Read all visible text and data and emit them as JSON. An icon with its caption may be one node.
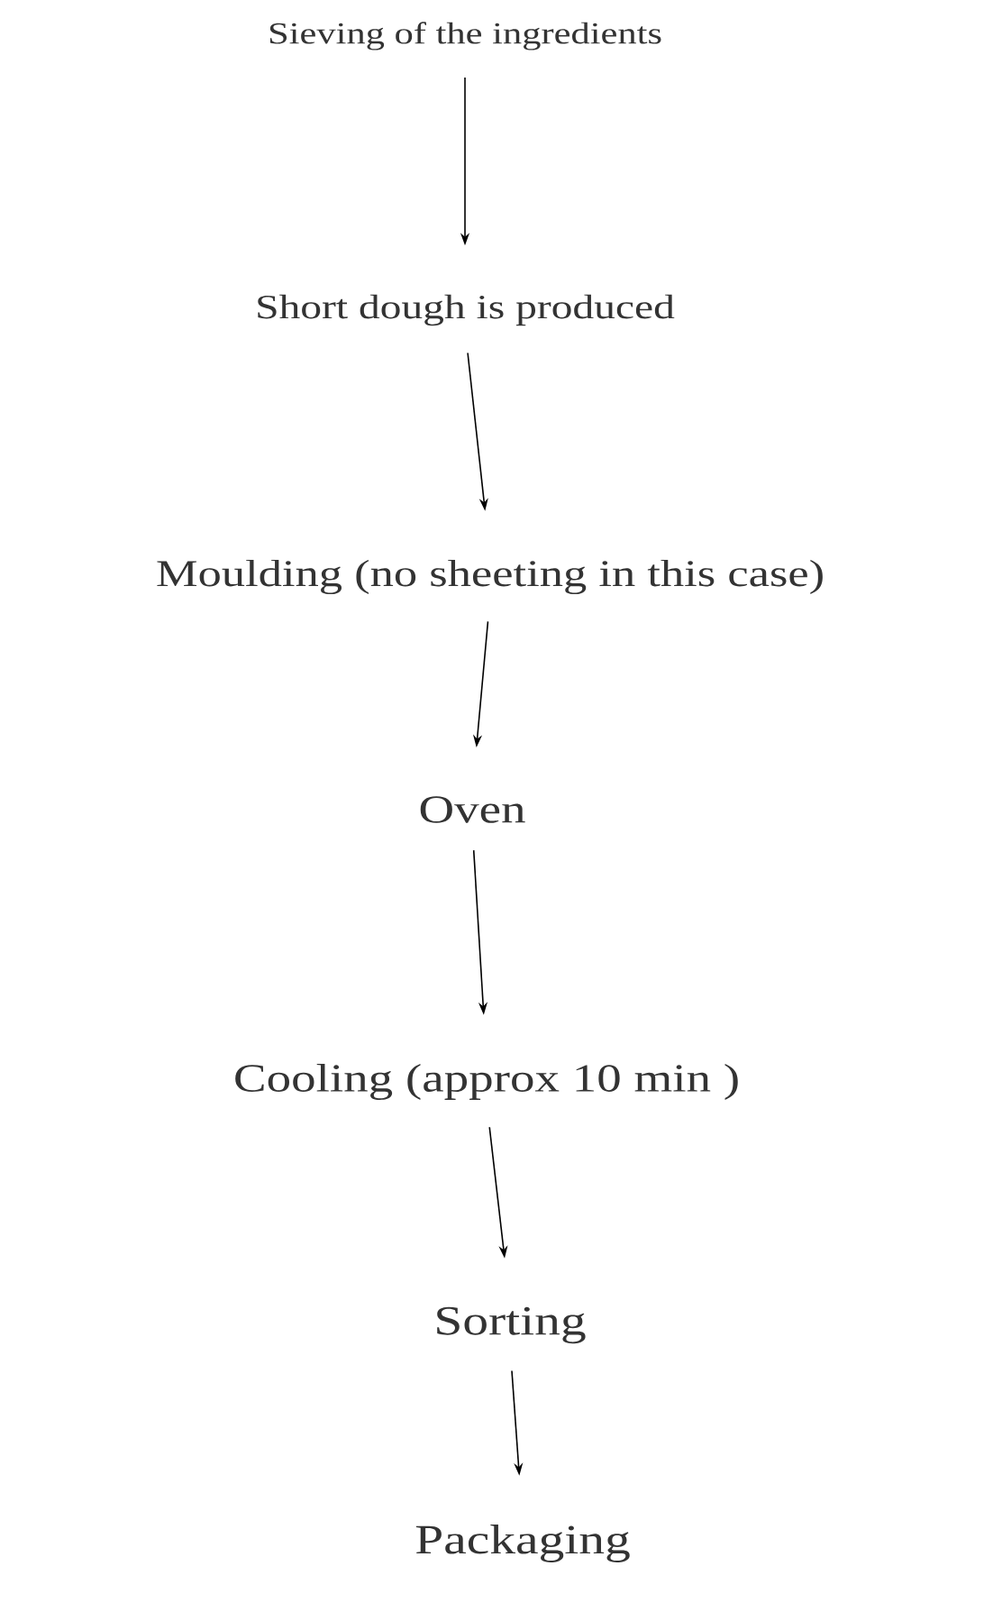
{
  "diagram": {
    "nodes": [
      {
        "text": [
          "Sieving of the ingredients"
        ]
      },
      {
        "text": [
          "Short dough is produced"
        ]
      },
      {
        "text": [
          "Moulding (no sheeting in this case)"
        ]
      },
      {
        "text": [
          "Oven"
        ]
      },
      {
        "text": [
          "Cooling (approx 10 min )"
        ]
      },
      {
        "text": [
          "Sorting"
        ]
      },
      {
        "text": [
          "Packaging"
        ]
      }
    ],
    "edges": [
      {
        "from": 0,
        "to": 1,
        "arrow": "to"
      },
      {
        "from": 1,
        "to": 2,
        "arrow": "to"
      },
      {
        "from": 2,
        "to": 3,
        "arrow": "to"
      },
      {
        "from": 3,
        "to": 4,
        "arrow": "to"
      },
      {
        "from": 4,
        "to": 5,
        "arrow": "to"
      },
      {
        "from": 5,
        "to": 6,
        "arrow": "to"
      }
    ]
  }
}
